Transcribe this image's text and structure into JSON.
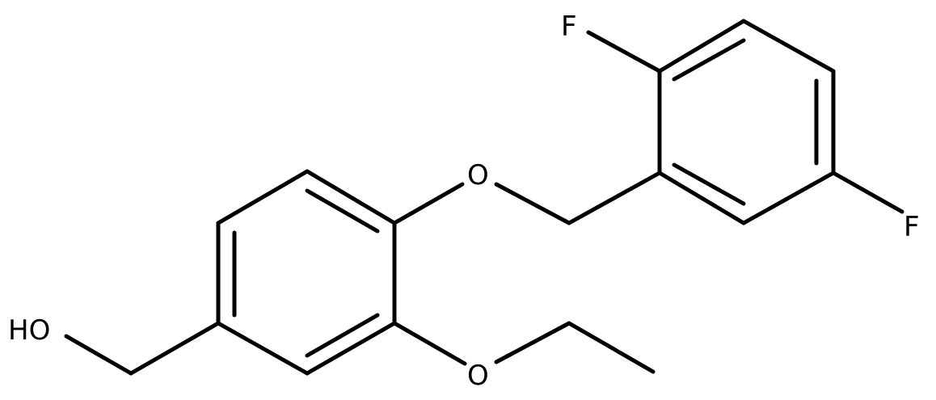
{
  "molecule": {
    "atom_labels": {
      "fluorine_top": "F",
      "fluorine_right": "F",
      "ether_oxygen": "O",
      "ethoxy_oxygen": "O",
      "hydroxyl": "HO"
    }
  },
  "colors": {
    "bond": "#000000",
    "background": "#ffffff"
  }
}
